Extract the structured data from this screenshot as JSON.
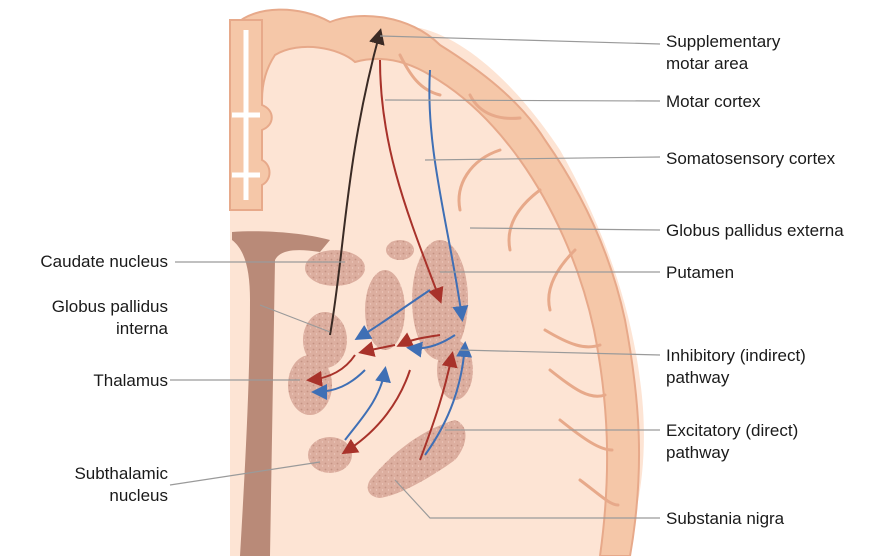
{
  "labels": {
    "supplementary_motor_area": [
      "Supplementary",
      "motar area"
    ],
    "motor_cortex": "Motar cortex",
    "somatosensory_cortex": "Somatosensory cortex",
    "globus_pallidus_externa": "Globus pallidus externa",
    "putamen": "Putamen",
    "inhibitory_pathway": [
      "Inhibitory (indirect)",
      "pathway"
    ],
    "excitatory_pathway": [
      "Excitatory (direct)",
      "pathway"
    ],
    "substantia_nigra": "Substania nigra",
    "caudate_nucleus": "Caudate nucleus",
    "globus_pallidus_interna": [
      "Globus pallidus",
      "interna"
    ],
    "thalamus": "Thalamus",
    "subthalamic_nucleus": [
      "Subthalamic",
      "nucleus"
    ]
  },
  "colors": {
    "cortex": "#f5c7a8",
    "cortex_outline": "#e7a98a",
    "white_matter": "#fde4d4",
    "ventricle": "#b98a78",
    "nucleus": "#d9a99b",
    "excitatory_arrow": "#a8322a",
    "inhibitory_arrow": "#3f6fb5",
    "projection_arrow": "#3a2a24",
    "leader_line": "#9a9a9a"
  }
}
